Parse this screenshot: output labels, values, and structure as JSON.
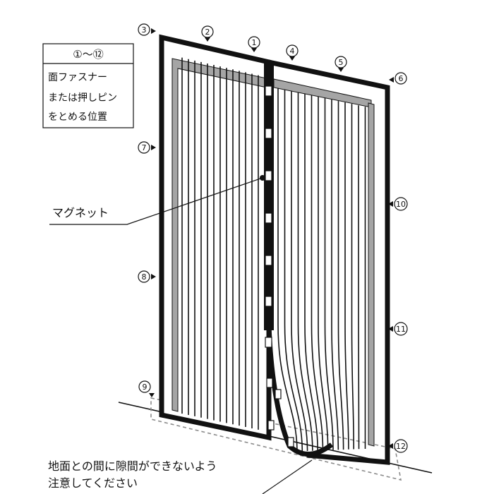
{
  "legend": {
    "range_label": "①〜⑫",
    "lines": [
      "面ファスナー",
      "または押しピン",
      "をとめる位置"
    ]
  },
  "markers": {
    "m1": "1",
    "m2": "2",
    "m3": "3",
    "m4": "4",
    "m5": "5",
    "m6": "6",
    "m7": "7",
    "m8": "8",
    "m9": "9",
    "m10": "10",
    "m11": "11",
    "m12": "12"
  },
  "labels": {
    "magnet": "マグネット",
    "gap_line1": "地面との間に隙間ができないよう",
    "gap_line2": "注意してください"
  },
  "colors": {
    "ink": "#111111",
    "frame": "#111111",
    "inner_frame": "#9a9a9a",
    "dashed": "#8c8c8c",
    "background": "#ffffff"
  }
}
